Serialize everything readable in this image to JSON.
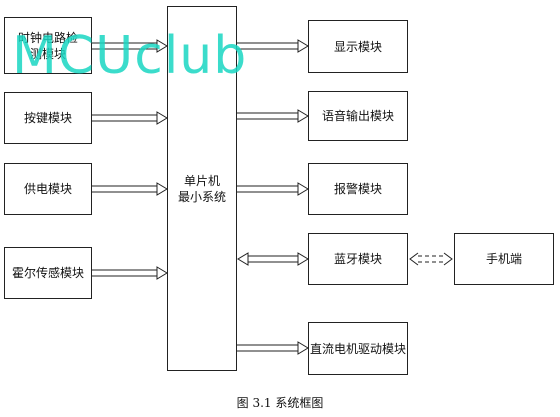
{
  "left_modules": [
    {
      "id": "time",
      "label": "时钟电路检测模块"
    },
    {
      "id": "keys",
      "label": "按键模块"
    },
    {
      "id": "power",
      "label": "供电模块"
    },
    {
      "id": "hall",
      "label": "霍尔传感模块"
    }
  ],
  "center": {
    "line1": "单片机",
    "line2": "最小系统"
  },
  "right_modules": [
    {
      "id": "display",
      "label": "显示模块"
    },
    {
      "id": "voice",
      "label": "语音输出模块"
    },
    {
      "id": "alarm",
      "label": "报警模块"
    },
    {
      "id": "bluetooth",
      "label": "蓝牙模块"
    },
    {
      "id": "motor",
      "label": "直流电机驱动模块"
    }
  ],
  "phone": {
    "label": "手机端"
  },
  "watermark": "MCUclub",
  "caption": "图 3.1  系统框图",
  "colors": {
    "watermark": "#1ad6c2",
    "line": "#222222"
  }
}
